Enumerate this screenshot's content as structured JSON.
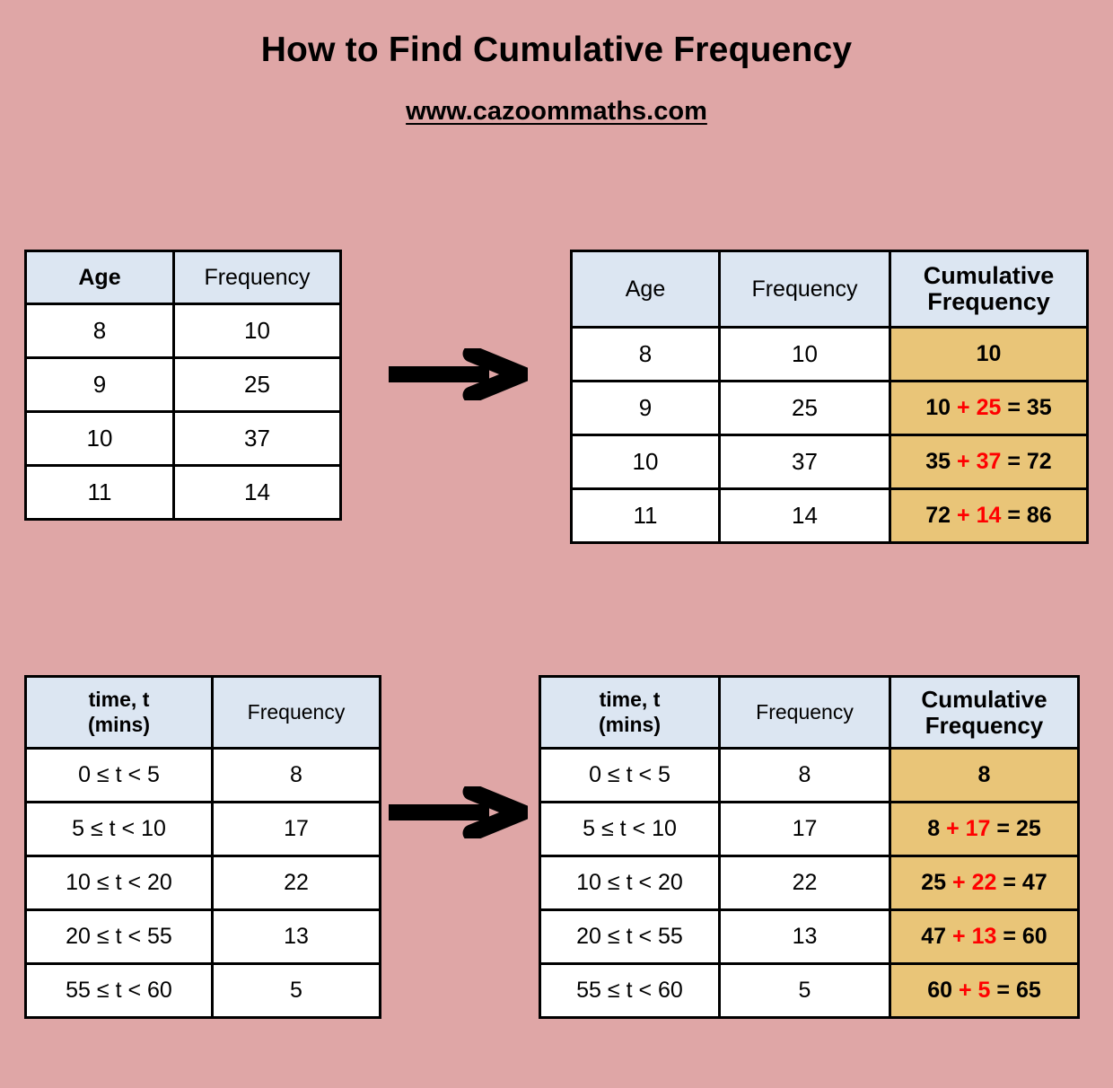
{
  "title": "How to Find Cumulative Frequency",
  "subtitle": "www.cazoommaths.com",
  "colors": {
    "background": "#dfa6a6",
    "header_fill": "#dce6f2",
    "cumulative_fill": "#e9c578",
    "highlight_text": "#ff0000",
    "border": "#000000"
  },
  "icons": {
    "arrow_top": "right-arrow-icon",
    "arrow_bottom": "right-arrow-icon"
  },
  "table_age_simple": {
    "headers": [
      "Age",
      "Frequency"
    ],
    "rows": [
      {
        "age": "8",
        "frequency": "10"
      },
      {
        "age": "9",
        "frequency": "25"
      },
      {
        "age": "10",
        "frequency": "37"
      },
      {
        "age": "11",
        "frequency": "14"
      }
    ]
  },
  "table_age_cumulative": {
    "headers": [
      "Age",
      "Frequency",
      "Cumulative Frequency"
    ],
    "header_cumulative_line1": "Cumulative",
    "header_cumulative_line2": "Frequency",
    "rows": [
      {
        "age": "8",
        "frequency": "10",
        "frequency_highlighted": false,
        "cum_prefix": "10",
        "cum_added": "",
        "cum_result": "",
        "cum_plain": true
      },
      {
        "age": "9",
        "frequency": "25",
        "frequency_highlighted": true,
        "cum_prefix": "10",
        "cum_added": "+ 25",
        "cum_result": "= 35",
        "cum_plain": false
      },
      {
        "age": "10",
        "frequency": "37",
        "frequency_highlighted": true,
        "cum_prefix": "35",
        "cum_added": "+ 37",
        "cum_result": "= 72",
        "cum_plain": false
      },
      {
        "age": "11",
        "frequency": "14",
        "frequency_highlighted": true,
        "cum_prefix": "72",
        "cum_added": "+ 14",
        "cum_result": "= 86",
        "cum_plain": false
      }
    ]
  },
  "table_time_simple": {
    "header_time_line1": "time, t",
    "header_time_line2": "(mins)",
    "header_frequency": "Frequency",
    "rows": [
      {
        "interval": "0 ≤ t < 5",
        "frequency": "8"
      },
      {
        "interval": "5 ≤ t < 10",
        "frequency": "17"
      },
      {
        "interval": "10 ≤ t < 20",
        "frequency": "22"
      },
      {
        "interval": "20 ≤ t < 55",
        "frequency": "13"
      },
      {
        "interval": "55 ≤ t < 60",
        "frequency": "5"
      }
    ]
  },
  "table_time_cumulative": {
    "header_time_line1": "time, t",
    "header_time_line2": "(mins)",
    "header_frequency": "Frequency",
    "header_cumulative_line1": "Cumulative",
    "header_cumulative_line2": "Frequency",
    "rows": [
      {
        "interval": "0 ≤ t < 5",
        "frequency": "8",
        "frequency_highlighted": false,
        "cum_prefix": "8",
        "cum_added": "",
        "cum_result": "",
        "cum_plain": true
      },
      {
        "interval": "5 ≤ t < 10",
        "frequency": "17",
        "frequency_highlighted": true,
        "cum_prefix": "8",
        "cum_added": "+ 17",
        "cum_result": "= 25",
        "cum_plain": false
      },
      {
        "interval": "10 ≤ t < 20",
        "frequency": "22",
        "frequency_highlighted": true,
        "cum_prefix": "25",
        "cum_added": "+ 22",
        "cum_result": "= 47",
        "cum_plain": false
      },
      {
        "interval": "20 ≤ t < 55",
        "frequency": "13",
        "frequency_highlighted": true,
        "cum_prefix": "47",
        "cum_added": "+ 13",
        "cum_result": "= 60",
        "cum_plain": false
      },
      {
        "interval": "55 ≤ t < 60",
        "frequency": "5",
        "frequency_highlighted": true,
        "cum_prefix": "60",
        "cum_added": "+ 5",
        "cum_result": "= 65",
        "cum_plain": false
      }
    ]
  }
}
